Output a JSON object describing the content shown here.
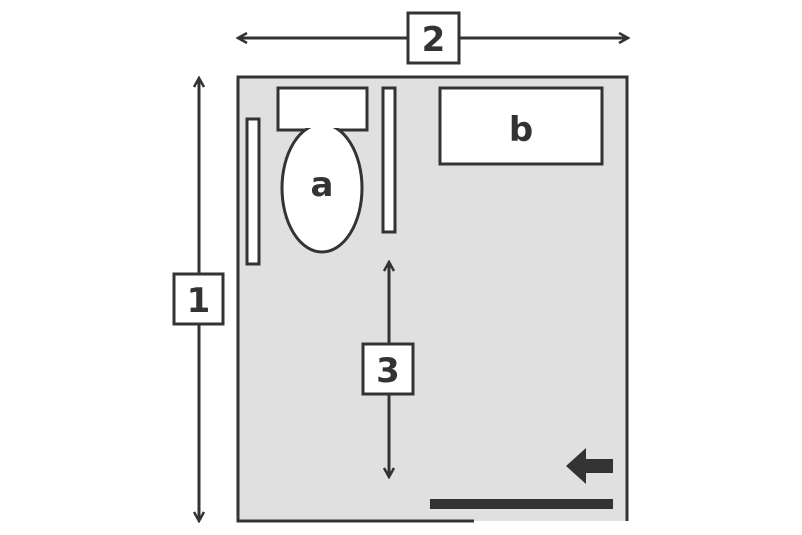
{
  "diagram": {
    "labels": {
      "fixture_a": "a",
      "fixture_b": "b",
      "dim_1": "1",
      "dim_2": "2",
      "dim_3": "3"
    },
    "colors": {
      "stroke": "#333333",
      "room_fill": "#e0e0e0",
      "fixture_fill": "#ffffff"
    },
    "icons": {
      "entry_direction": "arrow-left-icon"
    }
  }
}
